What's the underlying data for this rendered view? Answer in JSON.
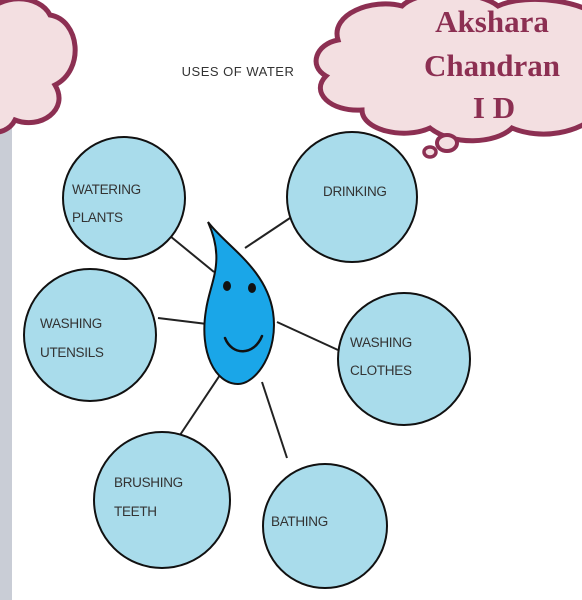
{
  "diagram": {
    "title": "USES OF WATER",
    "center_icon": "water-drop-smiley-icon",
    "nodes": [
      {
        "id": "watering-plants",
        "lines": [
          "WATERING",
          "PLANTS"
        ]
      },
      {
        "id": "drinking",
        "lines": [
          "DRINKING"
        ]
      },
      {
        "id": "washing-utensils",
        "lines": [
          "WASHING",
          "UTENSILS"
        ]
      },
      {
        "id": "washing-clothes",
        "lines": [
          "WASHING",
          "CLOTHES"
        ]
      },
      {
        "id": "brushing-teeth",
        "lines": [
          "BRUSHING",
          "TEETH"
        ]
      },
      {
        "id": "bathing",
        "lines": [
          "BATHING"
        ]
      }
    ]
  },
  "author_bubble": {
    "lines": [
      "Akshara",
      "Chandran",
      "I D"
    ]
  },
  "colors": {
    "node_fill": "#a9dceb",
    "drop_fill": "#1aa6e8",
    "cloud_fill": "#f3dfe1",
    "cloud_border": "#8c2f52",
    "text_accent": "#8c2f52"
  }
}
